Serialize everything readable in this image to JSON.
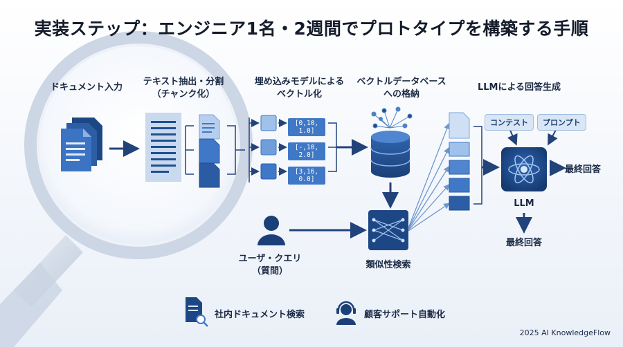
{
  "title": "実装ステップ：エンジニア1名・2週間でプロトタイプを構築する手順",
  "steps": {
    "input": "ドキュメント入力",
    "chunk_line1": "テキスト抽出・分割",
    "chunk_line2": "（チャンク化）",
    "embed_line1": "埋め込みモデルによる",
    "embed_line2": "ベクトル化",
    "store_line1": "ベクトルデータベース",
    "store_line2": "への格納",
    "llm_gen": "LLMによる回答生成"
  },
  "vectors": [
    "[0,10, 1.0]",
    "[-,10, 2.0]",
    "[3,16, 0.0]"
  ],
  "query_line1": "ユーザ・クエリ",
  "query_line2": "（質問）",
  "search_label": "類似性検索",
  "context_label": "コンテスト",
  "prompt_label": "プロンプト",
  "llm_label": "LLM",
  "answer_right": "最終回答",
  "answer_bottom": "最終回答",
  "use_cases": [
    "社内ドキュメント検索",
    "顧客サポート自動化"
  ],
  "footer": "2025 AI KnowledgeFlow",
  "colors": {
    "primary": "#1f4e8f",
    "accent": "#3f78c6",
    "light": "#d9e6f6",
    "arrow": "#22427a"
  }
}
